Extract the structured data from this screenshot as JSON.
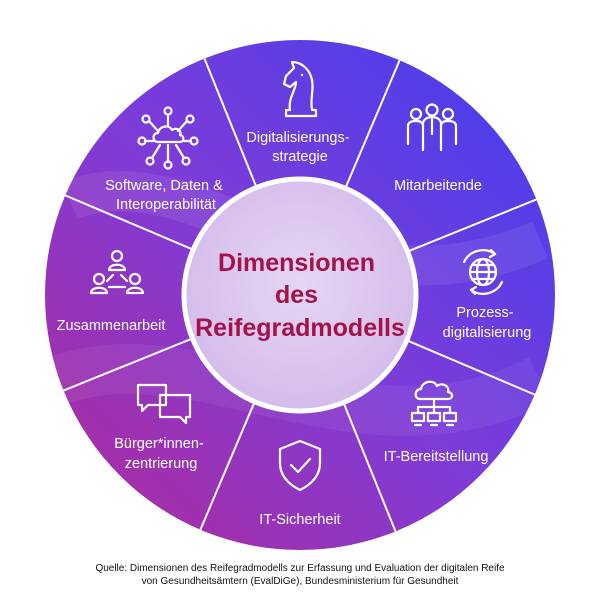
{
  "center": {
    "lines": [
      "Dimensionen",
      "des",
      "Reifegradmodells"
    ]
  },
  "segments": [
    {
      "name": "digitalisierungsstrategie",
      "icon": "chess-knight-icon",
      "lines": [
        "Digitalisierungs-",
        "strategie"
      ]
    },
    {
      "name": "mitarbeitende",
      "icon": "team-icon",
      "lines": [
        "Mitarbeitende"
      ]
    },
    {
      "name": "prozessdigitalisierung",
      "icon": "globe-cycle-icon",
      "lines": [
        "Prozess-",
        "digitalisierung"
      ]
    },
    {
      "name": "it-bereitstellung",
      "icon": "cloud-network-icon",
      "lines": [
        "IT-Bereitstellung"
      ]
    },
    {
      "name": "it-sicherheit",
      "icon": "shield-check-icon",
      "lines": [
        "IT-Sicherheit"
      ]
    },
    {
      "name": "buergerinnen-zentrierung",
      "icon": "chat-bubbles-icon",
      "lines": [
        "Bürger*innen-",
        "zentrierung"
      ]
    },
    {
      "name": "zusammenarbeit",
      "icon": "collaboration-icon",
      "lines": [
        "Zusammenarbeit"
      ]
    },
    {
      "name": "software-daten-interoperabilitaet",
      "icon": "cloud-nodes-icon",
      "lines": [
        "Software, Daten &",
        "Interoperabilität"
      ]
    }
  ],
  "source": {
    "line1": "Quelle: Dimensionen des Reifegradmodells zur Erfassung und Evaluation der digitalen Reife",
    "line2": "von Gesundheitsämtern (EvalDiGe), Bundesministerium für Gesundheit"
  },
  "colors": {
    "gradient_start": "#a124a0",
    "gradient_mid": "#7b3fd6",
    "gradient_end": "#4a3bea",
    "center_fill": "#ddc8ee",
    "center_text": "#a3124a",
    "divider": "#ffffff"
  }
}
